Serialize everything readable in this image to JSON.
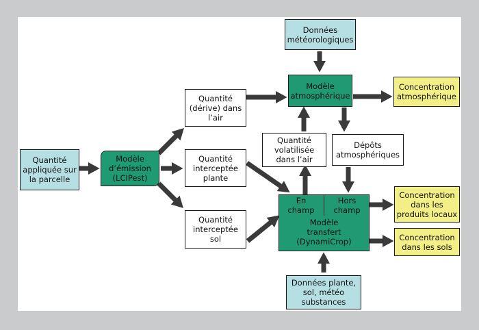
{
  "boxes": {
    "quantite_appliquee": "Quantité\nappliquée sur\nla parcelle",
    "modele_emission": "Modèle\nd’émission\n(LCIPest)",
    "quantite_derive_air": "Quantité\n(dérive) dans\nl’air",
    "quantite_interceptee_plante": "Quantité\ninterceptée\nplante",
    "quantite_interceptee_sol": "Quantité\ninterceptée\nsol",
    "donnees_meteo": "Données\nmétéorologiques",
    "modele_atmospherique": "Modèle\natmosphérique",
    "concentration_atmospherique": "Concentration\natmosphérique",
    "quantite_volatilisee": "Quantité\nvolatilisée\ndans l’air",
    "depots_atmospheriques": "Dépôts\natmosphériques",
    "en_champ": "En\nchamp",
    "hors_champ": "Hors\nchamp",
    "modele_transfert": "Modèle\ntransfert\n(DynamiCrop)",
    "concentration_produits_locaux": "Concentration\ndans les\nproduits locaux",
    "concentration_sols": "Concentration\ndans les sols",
    "donnees_plante_sol": "Données plante,\nsol, météo\nsubstances"
  },
  "colors": {
    "background": "#c9cbcd",
    "canvas": "#ffffff",
    "input_box": "#b6dfe3",
    "output_box": "#f2ef86",
    "model_box": "#1f9a72",
    "arrow": "#3a3a3a"
  }
}
